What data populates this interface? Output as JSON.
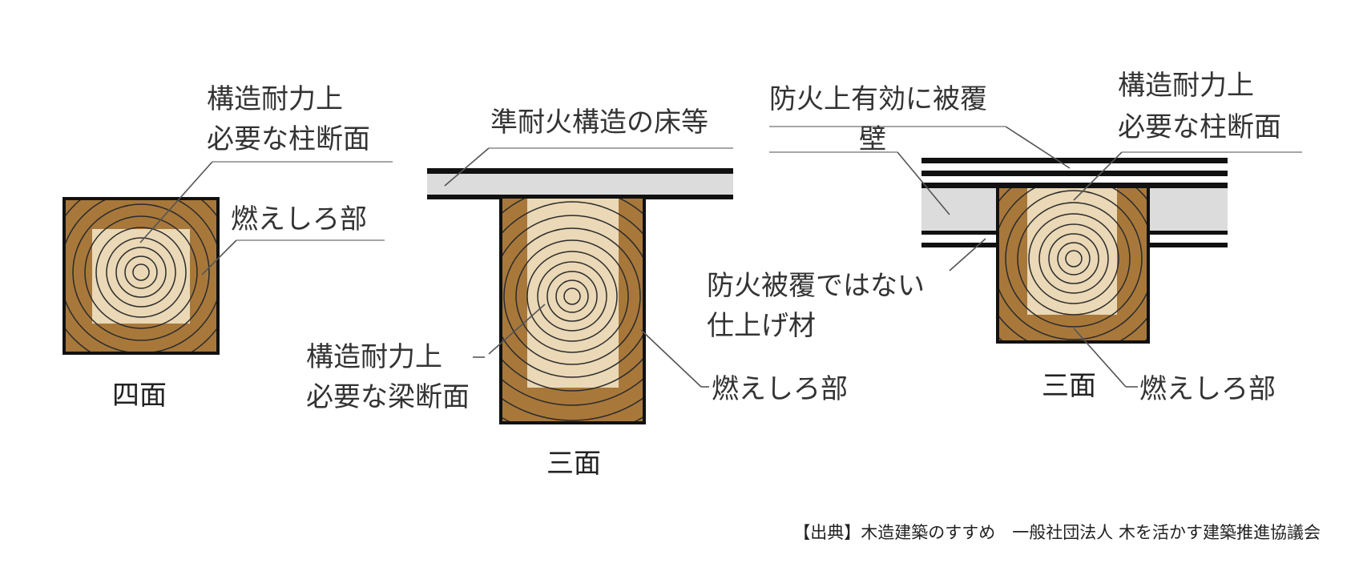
{
  "colors": {
    "char_layer": "#A8783B",
    "core": "#EAD8B6",
    "ring": "#2B2B2B",
    "outline": "#111111",
    "slab_fill": "#DCDCDC",
    "leader": "#555555"
  },
  "panel1": {
    "section_label_line1": "構造耐力上",
    "section_label_line2": "必要な柱断面",
    "char_label": "燃えしろ部",
    "caption": "四面"
  },
  "panel2": {
    "floor_label": "準耐火構造の床等",
    "section_label_line1": "構造耐力上",
    "section_label_line2": "必要な梁断面",
    "char_label": "燃えしろ部",
    "caption": "三面"
  },
  "panel3": {
    "cover_label": "防火上有効に被覆",
    "wall_label": "壁",
    "section_label_line1": "構造耐力上",
    "section_label_line2": "必要な柱断面",
    "finish_label_line1": "防火被覆ではない",
    "finish_label_line2": "仕上げ材",
    "caption": "三面",
    "char_label": "燃えしろ部"
  },
  "source": "【出典】木造建築のすすめ　一般社団法人 木を活かす建築推進協議会"
}
